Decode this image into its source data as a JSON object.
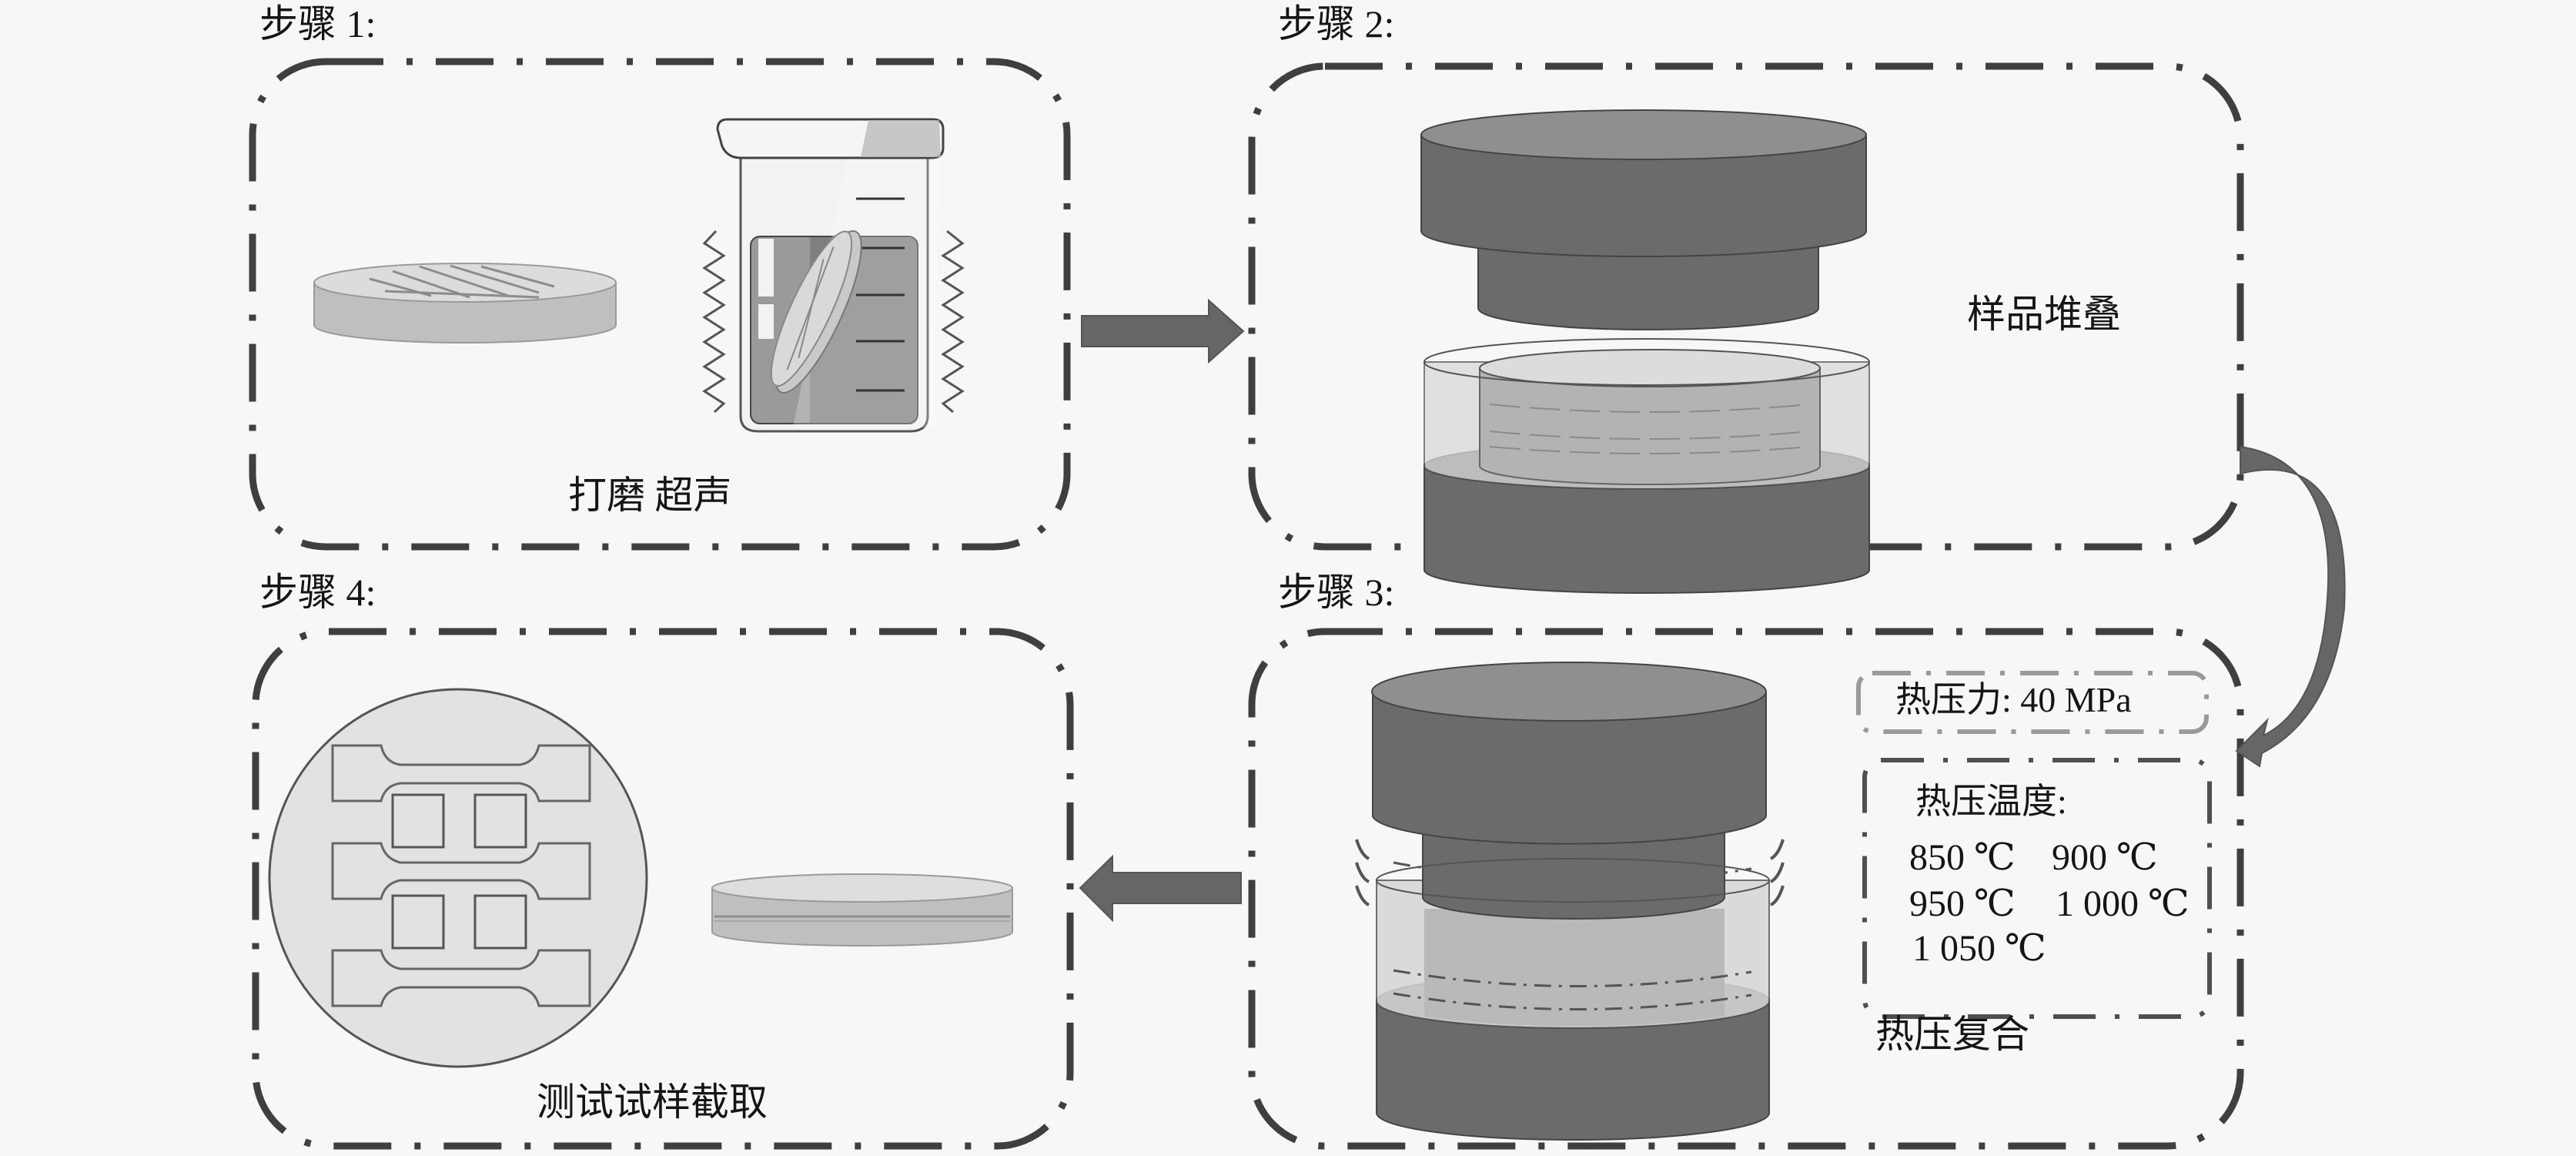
{
  "steps": [
    {
      "label": "步骤 1:",
      "caption": "打磨 超声"
    },
    {
      "label": "步骤 2:",
      "caption": "样品堆叠"
    },
    {
      "label": "步骤 3:",
      "caption": "热压复合"
    },
    {
      "label": "步骤 4:",
      "caption": "测试试样截取"
    }
  ],
  "hot_press": {
    "pressure_label": "热压力: 40 MPa",
    "temperature_title": "热压温度:",
    "temperatures": [
      [
        "850 ℃",
        "900 ℃"
      ],
      [
        "950 ℃",
        "1 000 ℃"
      ],
      [
        "1 050 ℃"
      ]
    ]
  },
  "colors": {
    "background": "#f7f7f7",
    "frame": "#3f3f3f",
    "punch": "#6b6b6b",
    "punch_top": "#8f8f8f",
    "arrow": "#666666",
    "glass": "#d8d8d8",
    "sample": "#bdbdbd",
    "sample_light": "#dedede",
    "liquid": "#8a8a8a"
  },
  "icons": {
    "flow_arrow_1_2": "arrow-right-icon",
    "flow_arrow_2_3": "curved-arrow-down-icon",
    "flow_arrow_3_4": "arrow-left-icon"
  }
}
